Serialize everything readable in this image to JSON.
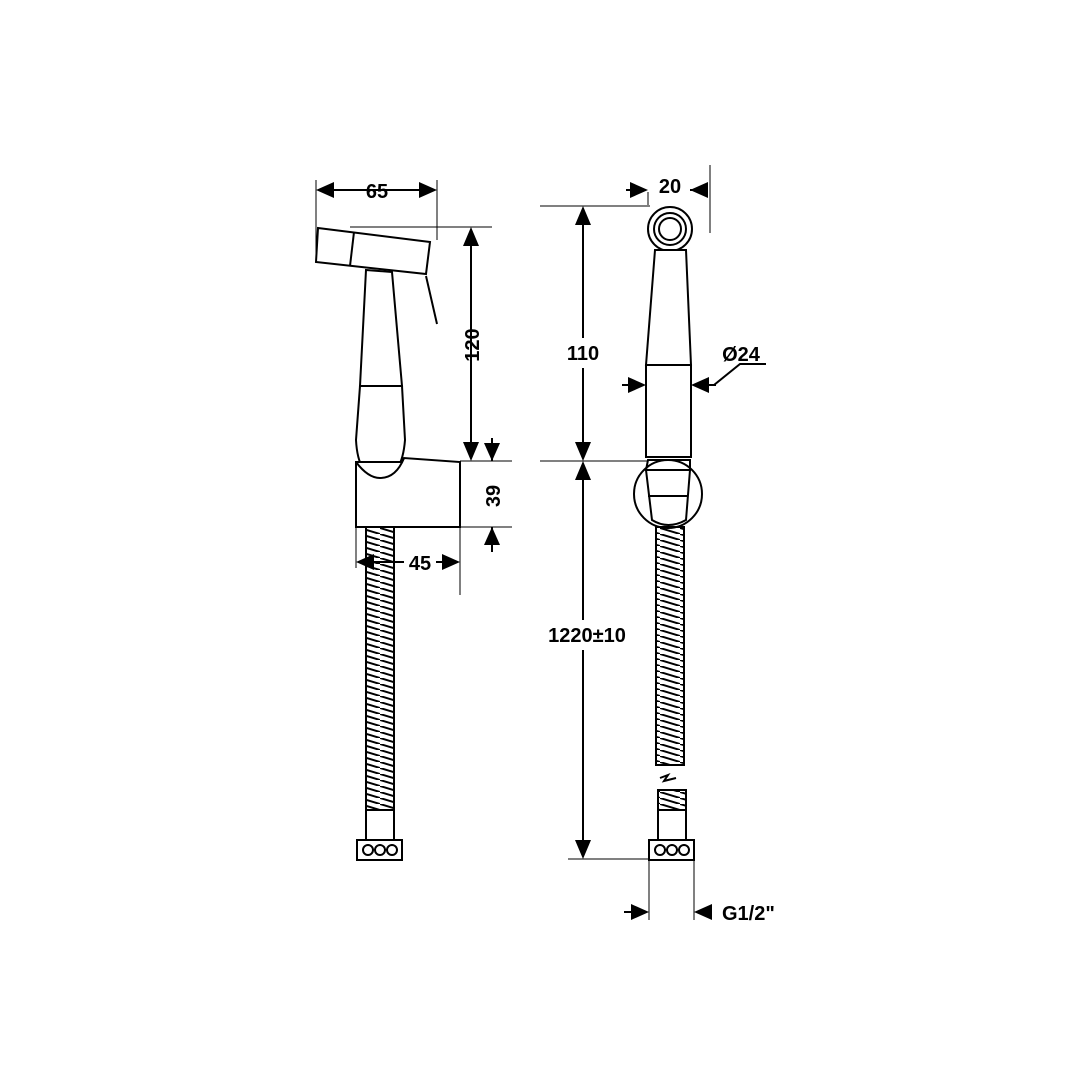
{
  "dimensions": {
    "width_65": "65",
    "height_120": "120",
    "holder_39": "39",
    "depth_45": "45",
    "width_20": "20",
    "height_110": "110",
    "diameter_24": "Ø24",
    "hose_length": "1220±10",
    "thread": "G1/2\""
  },
  "colors": {
    "line": "#000000",
    "background": "#ffffff"
  }
}
